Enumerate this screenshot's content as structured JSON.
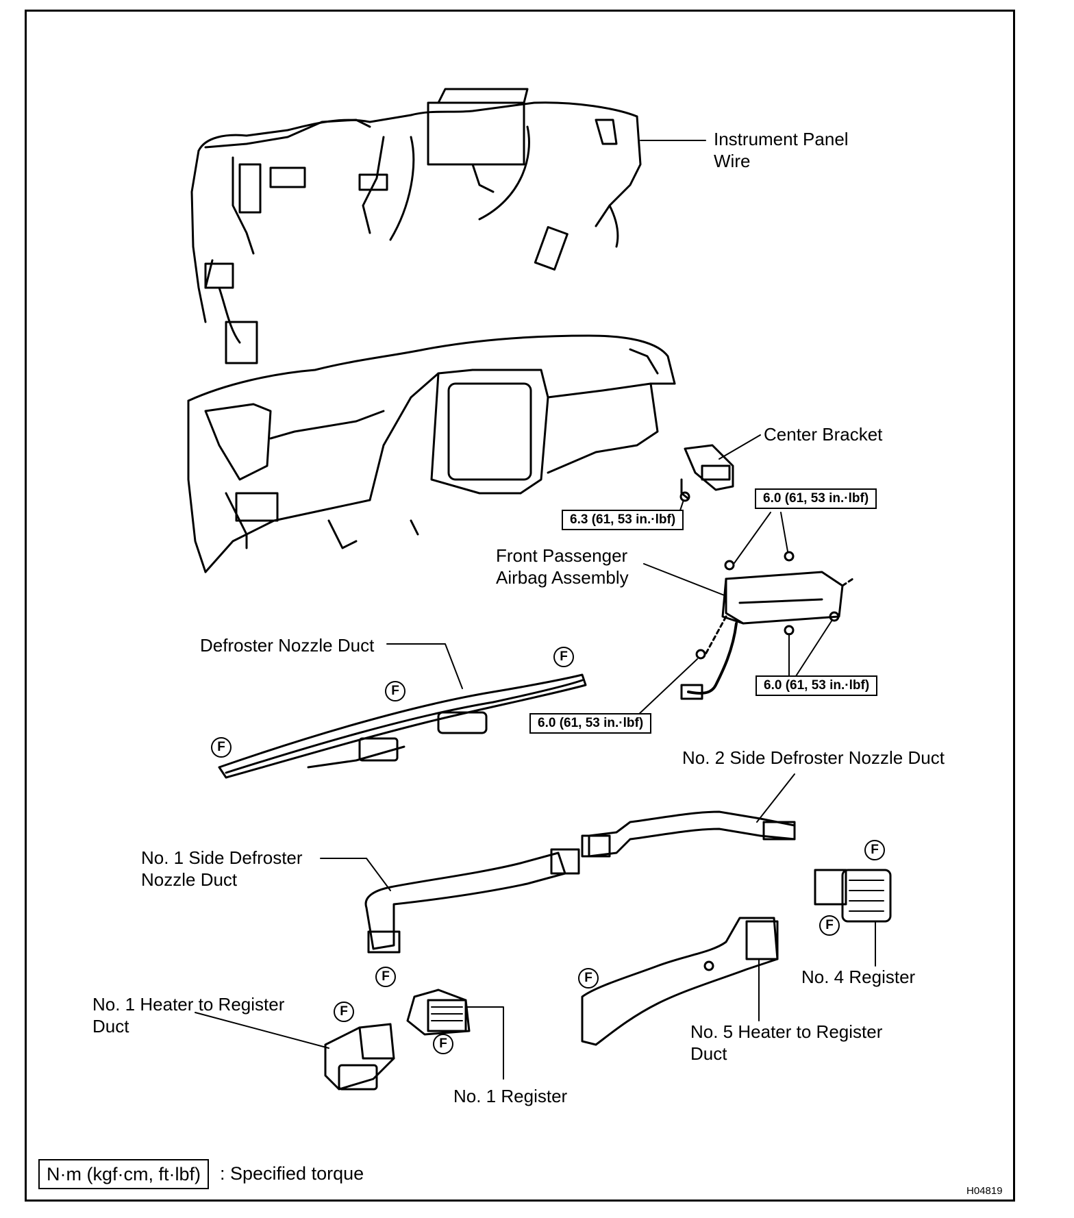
{
  "labels": {
    "instrument_panel_wire": [
      "Instrument Panel",
      "Wire"
    ],
    "center_bracket": "Center Bracket",
    "front_passenger_airbag": [
      "Front Passenger",
      "Airbag Assembly"
    ],
    "defroster_nozzle_duct": "Defroster Nozzle Duct",
    "no2_side_defroster": "No. 2 Side Defroster Nozzle Duct",
    "no1_side_defroster": [
      "No. 1 Side Defroster",
      "Nozzle Duct"
    ],
    "no4_register": "No. 4 Register",
    "no1_heater_duct": [
      "No. 1 Heater to Register",
      "Duct"
    ],
    "no5_heater_duct": [
      "No. 5 Heater to Register",
      "Duct"
    ],
    "no1_register": "No. 1 Register"
  },
  "torques": {
    "center_bracket_bolt": "6.3 (61, 53 in.·lbf)",
    "airbag_top": "6.0 (61, 53 in.·lbf)",
    "airbag_right": "6.0 (61, 53 in.·lbf)",
    "airbag_left": "6.0 (61, 53 in.·lbf)"
  },
  "fastener_mark": "F",
  "legend": {
    "box": "N·m (kgf·cm, ft·lbf)",
    "text": ": Specified torque"
  },
  "figure_id": "H04819"
}
